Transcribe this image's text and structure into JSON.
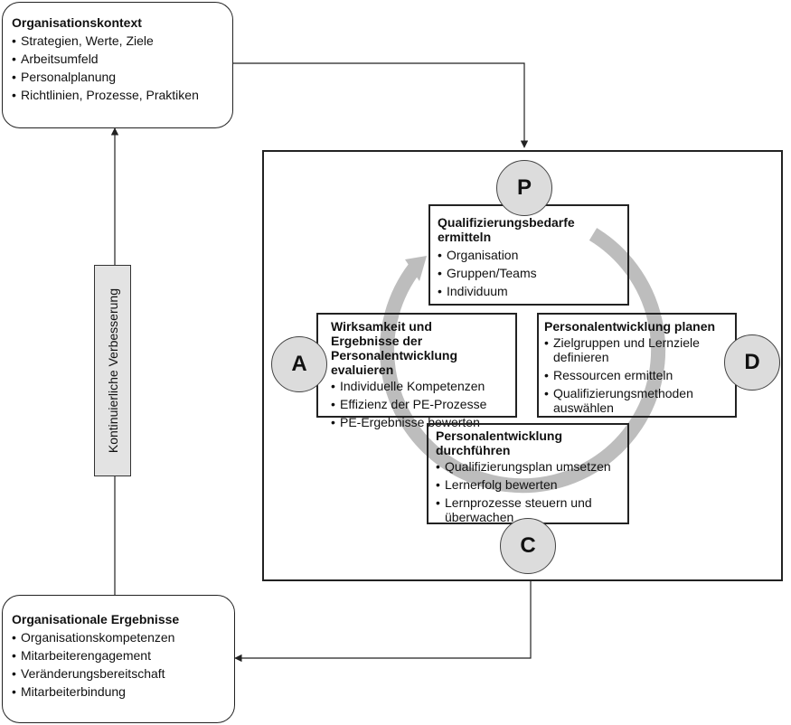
{
  "org_context": {
    "title": "Organisationskontext",
    "items": [
      "Strategien, Werte, Ziele",
      "Arbeitsumfeld",
      "Personalplanung",
      "Richtlinien, Prozesse, Praktiken"
    ]
  },
  "org_results": {
    "title": "Organisationale Ergebnisse",
    "items": [
      "Organisationskompetenzen",
      "Mitarbeiterengagement",
      "Veränderungsbereitschaft",
      "Mitarbeiterbindung"
    ]
  },
  "improvement_label": "Kontinuierliche Verbesserung",
  "circles": {
    "p": "P",
    "d": "D",
    "c": "C",
    "a": "A"
  },
  "plan": {
    "title": "Qualifizierungsbedarfe ermitteln",
    "items": [
      "Organisation",
      "Gruppen/Teams",
      "Individuum"
    ]
  },
  "develop": {
    "title": "Personalentwicklung planen",
    "items": [
      "Zielgruppen und Lernziele definieren",
      "Ressourcen ermitteln",
      "Qualifizierungsmethoden auswählen"
    ]
  },
  "execute": {
    "title": "Personalentwicklung durchführen",
    "items": [
      "Qualifizierungsplan umsetzen",
      "Lernerfolg bewerten",
      "Lernprozesse steuern und überwachen"
    ]
  },
  "evaluate": {
    "title": "Wirksamkeit und Ergebnisse der Personalentwicklung evaluieren",
    "items": [
      "Individuelle Kompetenzen",
      "Effizienz der PE-Prozesse",
      "PE-Ergebnisse bewerten"
    ]
  },
  "colors": {
    "cycle_arrow": "#bdbdbd",
    "circle_fill": "#dcdcdc",
    "line": "#222222"
  }
}
